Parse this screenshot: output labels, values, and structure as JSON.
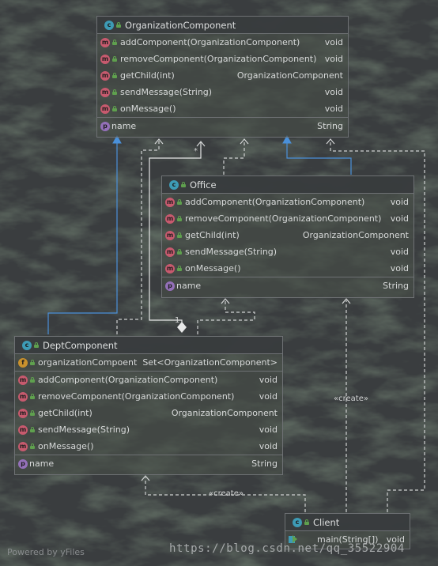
{
  "diagram": {
    "classes": {
      "organization_component": {
        "title": "OrganizationComponent",
        "methods": [
          {
            "name": "addComponent(OrganizationComponent)",
            "type": "void"
          },
          {
            "name": "removeComponent(OrganizationComponent)",
            "type": "void"
          },
          {
            "name": "getChild(int)",
            "type": "OrganizationComponent"
          },
          {
            "name": "sendMessage(String)",
            "type": "void"
          },
          {
            "name": "onMessage()",
            "type": "void"
          }
        ],
        "properties": [
          {
            "name": "name",
            "type": "String"
          }
        ]
      },
      "office": {
        "title": "Office",
        "methods": [
          {
            "name": "addComponent(OrganizationComponent)",
            "type": "void"
          },
          {
            "name": "removeComponent(OrganizationComponent)",
            "type": "void"
          },
          {
            "name": "getChild(int)",
            "type": "OrganizationComponent"
          },
          {
            "name": "sendMessage(String)",
            "type": "void"
          },
          {
            "name": "onMessage()",
            "type": "void"
          }
        ],
        "properties": [
          {
            "name": "name",
            "type": "String"
          }
        ]
      },
      "dept_component": {
        "title": "DeptComponent",
        "fields": [
          {
            "name": "organizationCompoent",
            "type": "Set<OrganizationComponent>"
          }
        ],
        "methods": [
          {
            "name": "addComponent(OrganizationComponent)",
            "type": "void"
          },
          {
            "name": "removeComponent(OrganizationComponent)",
            "type": "void"
          },
          {
            "name": "getChild(int)",
            "type": "OrganizationComponent"
          },
          {
            "name": "sendMessage(String)",
            "type": "void"
          },
          {
            "name": "onMessage()",
            "type": "void"
          }
        ],
        "properties": [
          {
            "name": "name",
            "type": "String"
          }
        ]
      },
      "client": {
        "title": "Client",
        "methods": [
          {
            "name": "main(String[])",
            "type": "void"
          }
        ]
      }
    },
    "edge_labels": {
      "create_office": "«create»",
      "create_dept": "«create»",
      "aggregation_one": "1",
      "aggregation_many": "*"
    },
    "badges": {
      "class": "c",
      "method": "m",
      "field": "f",
      "property": "p"
    },
    "colors": {
      "background": "#3b3e40",
      "realization_arrow": "#4a90d9",
      "dependency_arrow": "#cfd1d1",
      "method_badge": "#c75a6e",
      "class_badge": "#3d9bb5",
      "field_badge": "#c8902d",
      "property_badge": "#9470b9"
    }
  },
  "watermarks": {
    "left": "Powered by yFiles",
    "right": "https://blog.csdn.net/qq_35522904"
  }
}
